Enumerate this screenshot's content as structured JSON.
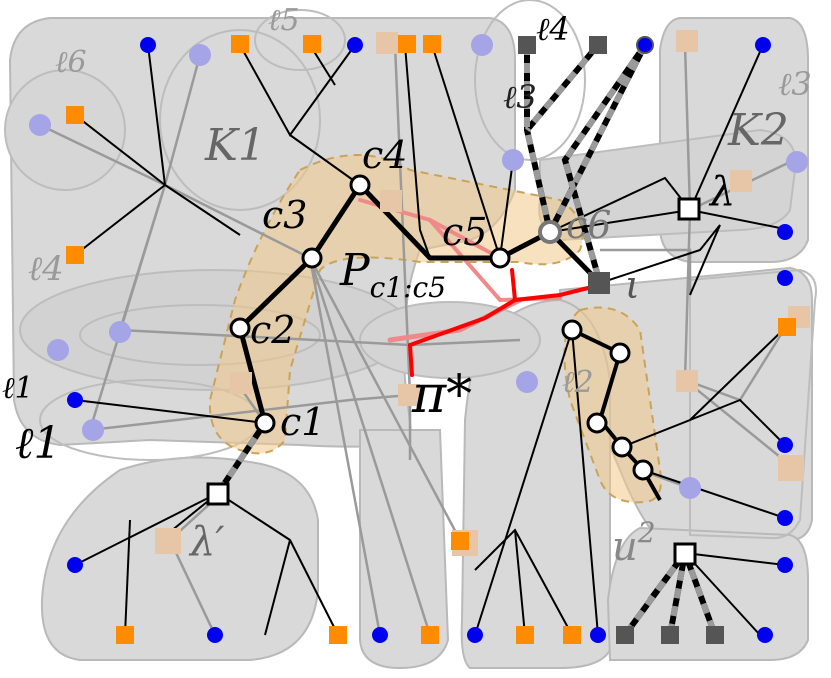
{
  "colors": {
    "region_fill": "#d9d9d9",
    "region_stroke": "#b9b9b9",
    "blob_fill": "#c9c9c9",
    "highlight": "#f0c88a",
    "path_red": "#ff0000",
    "path_red_light": "#f08a8a",
    "vertex_blue": "#0000ee",
    "vertex_light_blue": "#a4a4e6",
    "terminal_orange": "#ff8c00",
    "terminal_light": "#e6c6a6",
    "terminal_dark": "#555555",
    "edge_black": "#000000",
    "edge_gray": "#999999"
  },
  "labels": {
    "ell6": "ℓ6",
    "ell5": "ℓ5",
    "ell4_top": "ℓ4",
    "ell3_top": "ℓ3",
    "ell3_right": "ℓ3",
    "ell4_left": "ℓ4",
    "ell1_small": "ℓ1",
    "ell1_big": "ℓ1",
    "ell2": "ℓ2",
    "K1": "K1",
    "K2": "K2",
    "c1": "c1",
    "c2": "c2",
    "c3": "c3",
    "c4": "c4",
    "c5": "c5",
    "c6": "c6",
    "P_main": "P",
    "P_sub": "c1:c5",
    "pi_star": "π*",
    "lambda": "λ",
    "lambda_prime": "λ′",
    "iota": "ι",
    "u": "u",
    "u_sub": "2"
  }
}
